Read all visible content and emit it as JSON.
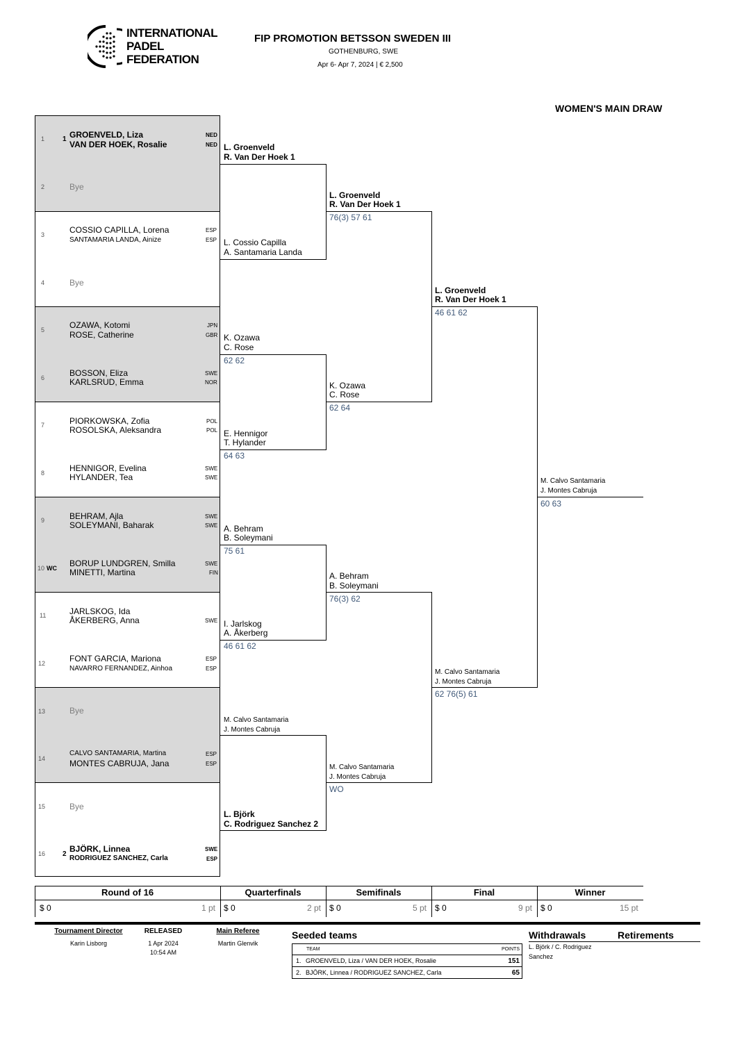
{
  "header": {
    "org_line1": "INTERNATIONAL",
    "org_line2": "PADEL",
    "org_line3": "FEDERATION",
    "title": "FIP PROMOTION BETSSON SWEDEN III",
    "location": "GOTHENBURG, SWE",
    "dates_prize": "Apr 6- Apr 7, 2024  |  € 2,500",
    "draw_name": "WOMEN'S MAIN DRAW"
  },
  "slots": [
    {
      "num": "1",
      "seed": "1",
      "p1": "GROENVELD, Liza",
      "p2": "VAN DER HOEK, Rosalie",
      "c1": "NED",
      "c2": "NED"
    },
    {
      "num": "2",
      "bye": "Bye"
    },
    {
      "num": "3",
      "p1": "COSSIO CAPILLA, Lorena",
      "p2": "SANTAMARIA LANDA, Ainize",
      "c1": "ESP",
      "c2": "ESP"
    },
    {
      "num": "4",
      "bye": "Bye"
    },
    {
      "num": "5",
      "p1": "OZAWA, Kotomi",
      "p2": "ROSE, Catherine",
      "c1": "JPN",
      "c2": "GBR"
    },
    {
      "num": "6",
      "p1": "BOSSON, Eliza",
      "p2": "KARLSRUD, Emma",
      "c1": "SWE",
      "c2": "NOR"
    },
    {
      "num": "7",
      "p1": "PIORKOWSKA, Zofia",
      "p2": "ROSOLSKA, Aleksandra",
      "c1": "POL",
      "c2": "POL"
    },
    {
      "num": "8",
      "p1": "HENNIGOR, Evelina",
      "p2": "HYLANDER, Tea",
      "c1": "SWE",
      "c2": "SWE"
    },
    {
      "num": "9",
      "p1": "BEHRAM, Ajla",
      "p2": "SOLEYMANI, Baharak",
      "c1": "SWE",
      "c2": "SWE"
    },
    {
      "num": "10",
      "wc": "WC",
      "p1": "BORUP LUNDGREN, Smilla",
      "p2": "MINETTI, Martina",
      "c1": "SWE",
      "c2": "FIN"
    },
    {
      "num": "11",
      "p1": "JARLSKOG, Ida",
      "p2": "ÅKERBERG, Anna",
      "c1": "",
      "c2": "SWE"
    },
    {
      "num": "12",
      "p1": "FONT GARCIA, Mariona",
      "p2": "NAVARRO FERNANDEZ, Ainhoa",
      "c1": "ESP",
      "c2": "ESP"
    },
    {
      "num": "13",
      "bye": "Bye"
    },
    {
      "num": "14",
      "p1": "CALVO SANTAMARIA, Martina",
      "p2": "MONTES CABRUJA, Jana",
      "c1": "ESP",
      "c2": "ESP"
    },
    {
      "num": "15",
      "bye": "Bye"
    },
    {
      "num": "16",
      "seed": "2",
      "p1": "BJÖRK, Linnea",
      "p2": "RODRIGUEZ SANCHEZ, Carla",
      "c1": "SWE",
      "c2": "ESP"
    }
  ],
  "r1": [
    {
      "w1": "L. Groenveld",
      "w2": "R. Van Der Hoek  1",
      "score": ""
    },
    {
      "w1": "L. Cossio Capilla",
      "w2": "A. Santamaria Landa",
      "score": ""
    },
    {
      "w1": "K. Ozawa",
      "w2": "C. Rose",
      "score": "62 62"
    },
    {
      "w1": "E. Hennigor",
      "w2": "T. Hylander",
      "score": "64 63"
    },
    {
      "w1": "A. Behram",
      "w2": "B. Soleymani",
      "score": "75 61"
    },
    {
      "w1": "I. Jarlskog",
      "w2": "A. Åkerberg",
      "score": "46 61 62"
    },
    {
      "w1": "M. Calvo Santamaria",
      "w2": "J. Montes Cabruja",
      "score": ""
    },
    {
      "w1": "L. Björk",
      "w2": "C. Rodriguez Sanchez  2",
      "score": ""
    }
  ],
  "qf": [
    {
      "w1": "L. Groenveld",
      "w2": "R. Van Der Hoek  1",
      "score": "76(3) 57 61"
    },
    {
      "w1": "K. Ozawa",
      "w2": "C. Rose",
      "score": "62 64"
    },
    {
      "w1": "A. Behram",
      "w2": "B. Soleymani",
      "score": "76(3) 62"
    },
    {
      "w1": "M. Calvo Santamaria",
      "w2": "J. Montes Cabruja",
      "score": "WO"
    }
  ],
  "sf": [
    {
      "w1": "L. Groenveld",
      "w2": "R. Van Der Hoek  1",
      "score": "46 61 62"
    },
    {
      "w1": "M. Calvo Santamaria",
      "w2": "J. Montes Cabruja",
      "score": "62 76(5) 61"
    }
  ],
  "final": {
    "w1": "M. Calvo Santamaria",
    "w2": "J. Montes Cabruja",
    "score": "60 63"
  },
  "rounds": [
    {
      "name": "Round of 16",
      "prize": "$ 0",
      "points": "1 pt"
    },
    {
      "name": "Quarterfinals",
      "prize": "$ 0",
      "points": "2 pt"
    },
    {
      "name": "Semifinals",
      "prize": "$ 0",
      "points": "5 pt"
    },
    {
      "name": "Final",
      "prize": "$ 0",
      "points": "9 pt"
    },
    {
      "name": "Winner",
      "prize": "$ 0",
      "points": "15 pt"
    }
  ],
  "officials": {
    "director_label": "Tournament Director",
    "director": "Karin Lisborg",
    "released_label": "RELEASED",
    "released_date": "1 Apr 2024",
    "released_time": "10:54 AM",
    "referee_label": "Main Referee",
    "referee": "Martin Glenvik"
  },
  "seeded": {
    "title": "Seeded teams",
    "col_team": "TEAM",
    "col_points": "POINTS",
    "rows": [
      {
        "rank": "1.",
        "team": "GROENVELD, Liza / VAN DER HOEK, Rosalie",
        "points": "151"
      },
      {
        "rank": "2.",
        "team": "BJÖRK, Linnea / RODRIGUEZ SANCHEZ, Carla",
        "points": "65"
      }
    ]
  },
  "withdrawals": {
    "title": "Withdrawals",
    "text": "L. Björk / C. Rodriguez Sanchez"
  },
  "retirements": {
    "title": "Retirements"
  }
}
